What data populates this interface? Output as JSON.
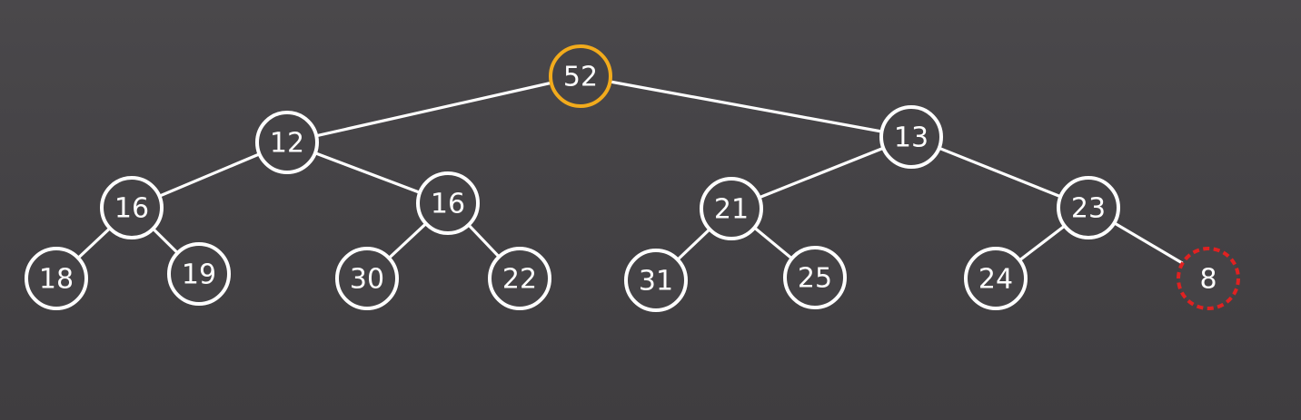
{
  "diagram": {
    "type": "binary-tree",
    "colors": {
      "background": "#454346",
      "stroke": "#ffffff",
      "highlight": "#f2ab1c",
      "inserted": "#e02121",
      "text": "#ffffff"
    },
    "nodes": [
      {
        "id": "n0",
        "label": "52",
        "style": "highlight"
      },
      {
        "id": "n1",
        "label": "12",
        "style": "normal"
      },
      {
        "id": "n2",
        "label": "13",
        "style": "normal"
      },
      {
        "id": "n3",
        "label": "16",
        "style": "normal"
      },
      {
        "id": "n4",
        "label": "16",
        "style": "normal"
      },
      {
        "id": "n5",
        "label": "21",
        "style": "normal"
      },
      {
        "id": "n6",
        "label": "23",
        "style": "normal"
      },
      {
        "id": "n7",
        "label": "18",
        "style": "normal"
      },
      {
        "id": "n8",
        "label": "19",
        "style": "normal"
      },
      {
        "id": "n9",
        "label": "30",
        "style": "normal"
      },
      {
        "id": "n10",
        "label": "22",
        "style": "normal"
      },
      {
        "id": "n11",
        "label": "31",
        "style": "normal"
      },
      {
        "id": "n12",
        "label": "25",
        "style": "normal"
      },
      {
        "id": "n13",
        "label": "24",
        "style": "normal"
      },
      {
        "id": "n14",
        "label": "8",
        "style": "inserted"
      }
    ],
    "edges": [
      {
        "from": "n0",
        "to": "n1"
      },
      {
        "from": "n0",
        "to": "n2"
      },
      {
        "from": "n1",
        "to": "n3"
      },
      {
        "from": "n1",
        "to": "n4"
      },
      {
        "from": "n2",
        "to": "n5"
      },
      {
        "from": "n2",
        "to": "n6"
      },
      {
        "from": "n3",
        "to": "n7"
      },
      {
        "from": "n3",
        "to": "n8"
      },
      {
        "from": "n4",
        "to": "n9"
      },
      {
        "from": "n4",
        "to": "n10"
      },
      {
        "from": "n5",
        "to": "n11"
      },
      {
        "from": "n5",
        "to": "n12"
      },
      {
        "from": "n6",
        "to": "n13"
      },
      {
        "from": "n6",
        "to": "n14"
      }
    ]
  }
}
